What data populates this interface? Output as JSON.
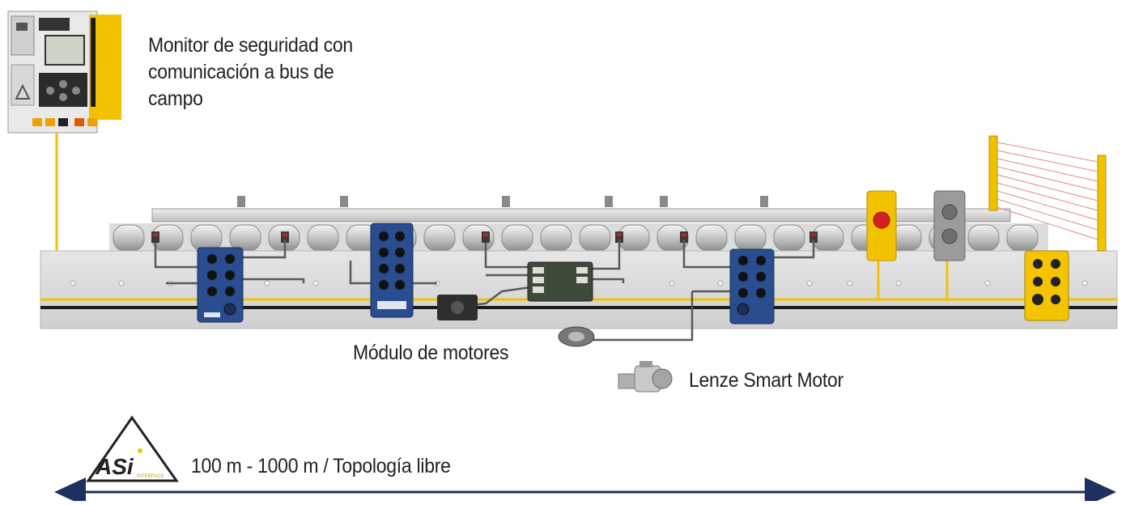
{
  "labels": {
    "safety_monitor": [
      "Monitor de seguridad con",
      "comunicación a bus de",
      "campo"
    ],
    "motor_module": "Módulo de motores",
    "smart_motor": "Lenze Smart Motor",
    "topology": "100 m - 1000 m / Topología libre"
  },
  "logo": {
    "text": "ASi",
    "subtext": "INTERFACE"
  },
  "colors": {
    "conveyor_frame": "#dcdcdc",
    "roller": "#c4c6c6",
    "cable_yellow": "#f2c200",
    "cable_grey": "#5a5a5a",
    "module_blue": "#2a4d8f",
    "module_yellow": "#f4c400",
    "arrow": "#1f2f5f"
  }
}
